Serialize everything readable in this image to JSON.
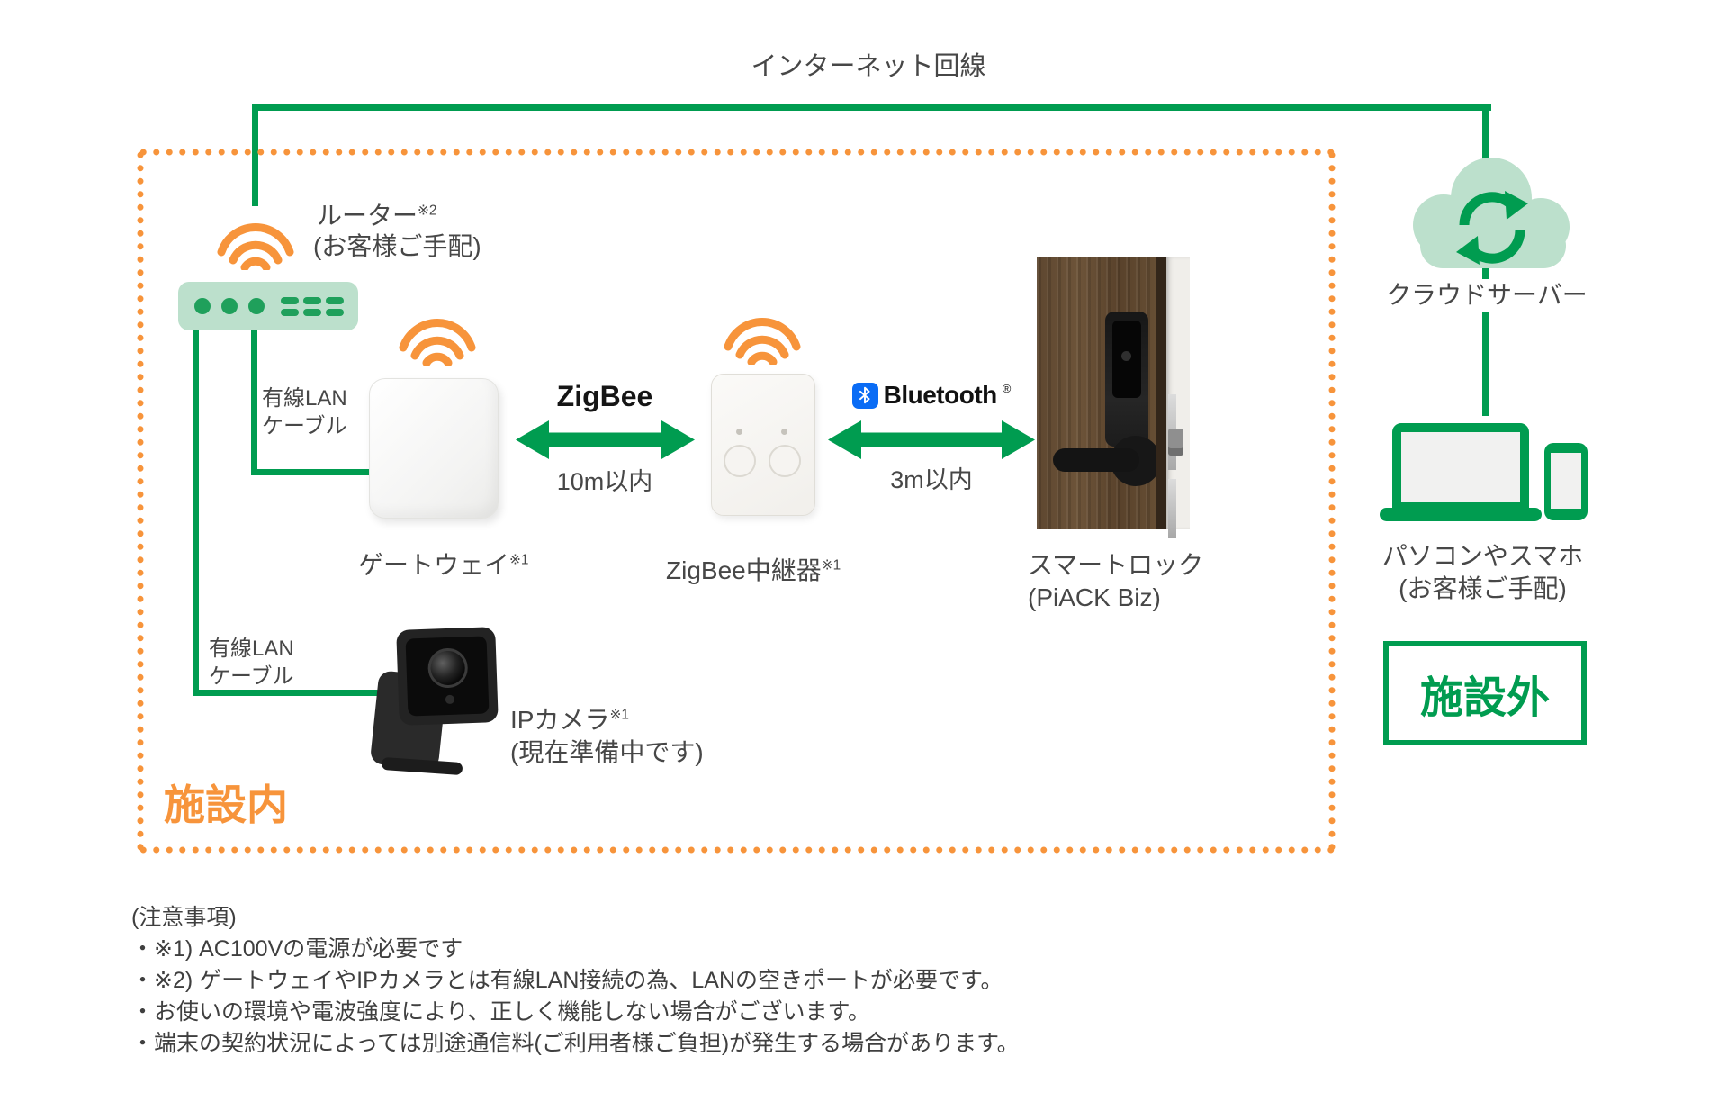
{
  "colors": {
    "green": "#009C50",
    "green_light": "#BCE0CC",
    "orange": "#F7943B",
    "bluetooth_blue": "#0A6CF5",
    "ink": "#474747"
  },
  "internet": {
    "label": "インターネット回線"
  },
  "router": {
    "name": "ルーター",
    "sup": "※2",
    "provision": "(お客様ご手配)"
  },
  "lan_cable_gateway": {
    "line1": "有線LAN",
    "line2": "ケーブル"
  },
  "lan_cable_camera": {
    "line1": "有線LAN",
    "line2": "ケーブル"
  },
  "gateway": {
    "name": "ゲートウェイ",
    "sup": "※1"
  },
  "zigbee_link": {
    "protocol": "ZigBee",
    "distance": "10m以内"
  },
  "repeater": {
    "name": "ZigBee中継器",
    "sup": "※1"
  },
  "bluetooth_link": {
    "brand": "Bluetooth",
    "registered": "®",
    "distance": "3m以内"
  },
  "smart_lock": {
    "name": "スマートロック",
    "model": "(PiACK Biz)"
  },
  "cloud": {
    "label": "クラウドサーバー"
  },
  "client_devices": {
    "name": "パソコンやスマホ",
    "provision": "(お客様ご手配)"
  },
  "zones": {
    "inside": "施設内",
    "outside": "施設外"
  },
  "ip_camera": {
    "name": "IPカメラ",
    "sup": "※1",
    "status": "(現在準備中です)"
  },
  "notes": {
    "title": "(注意事項)",
    "items": [
      "・※1) AC100Vの電源が必要です",
      "・※2) ゲートウェイやIPカメラとは有線LAN接続の為、LANの空きポートが必要です。",
      "・お使いの環境や電波強度により、正しく機能しない場合がございます。",
      "・端末の契約状況によっては別途通信料(ご利用者様ご負担)が発生する場合があります。"
    ]
  },
  "icons": {
    "wifi": "orange wireless signal arcs",
    "cloud_sync": "green cloud with circular sync arrows",
    "bluetooth": "white bluetooth rune on blue rounded square"
  }
}
